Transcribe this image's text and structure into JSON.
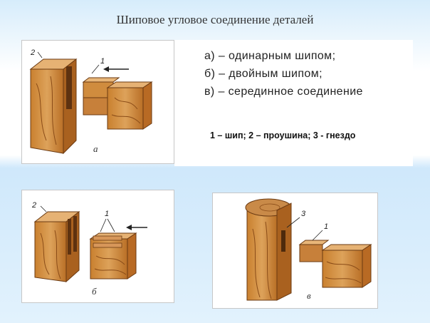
{
  "title": "Шиповое угловое соединение деталей",
  "legend": {
    "line_a": "а) – одинарным шипом;",
    "line_b": "б) – двойным  шипом;",
    "line_v": "в) – серединное соединение",
    "note": "1 – шип; 2 – проушина; 3 - гнездо"
  },
  "panels": {
    "a": {
      "letter": "а",
      "label_2": "2",
      "label_1": "1"
    },
    "b": {
      "letter": "б",
      "label_2": "2",
      "label_1": "1"
    },
    "v": {
      "letter": "в",
      "label_3": "3",
      "label_1": "1"
    }
  },
  "colors": {
    "wood_light": "#d99a4e",
    "wood_mid": "#c47a2e",
    "wood_dark": "#8a4c18",
    "end_grain": "#b8682a",
    "background_band": "#cfe8fb"
  }
}
